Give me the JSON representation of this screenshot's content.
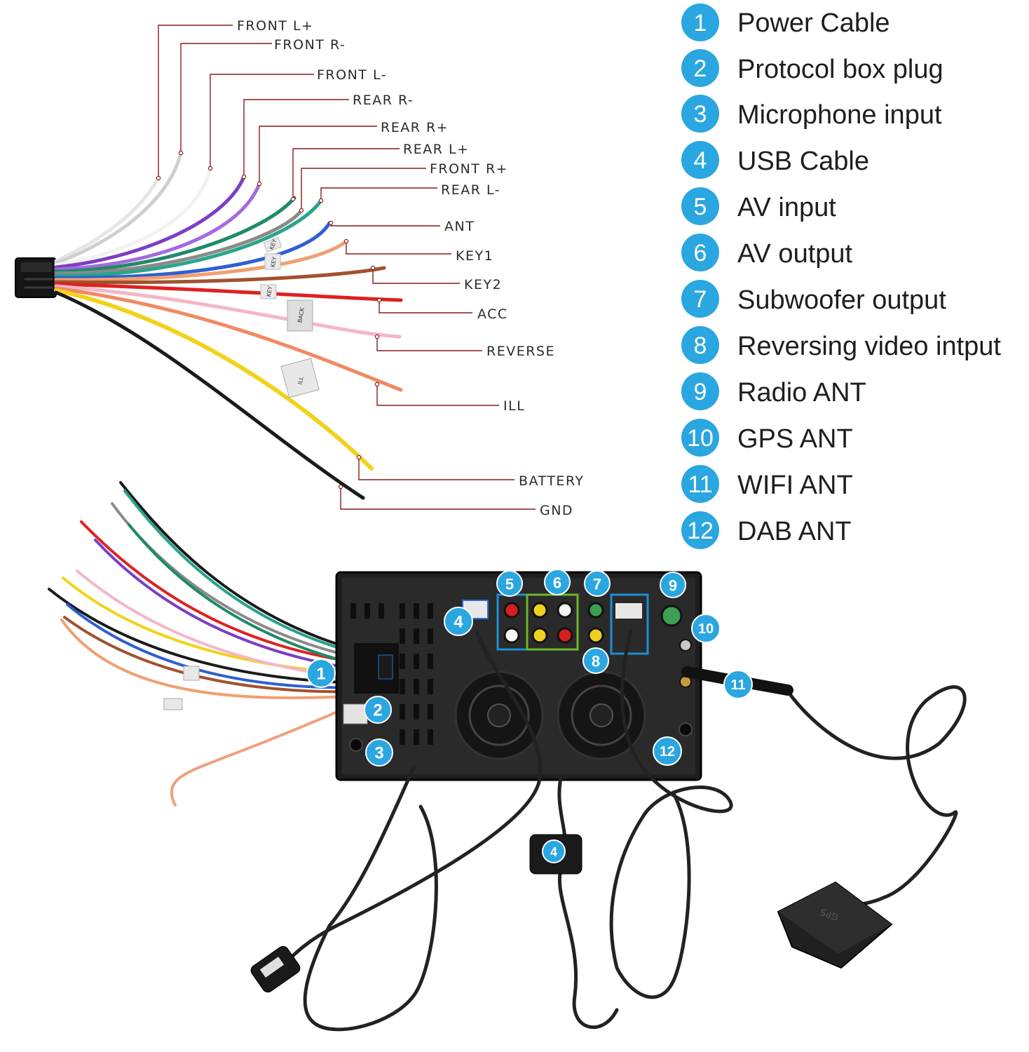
{
  "wire_labels": [
    {
      "key": "front_l_plus",
      "text": "FRONT L+",
      "color": "#e8e8e8"
    },
    {
      "key": "front_r_minus",
      "text": "FRONT R-",
      "color": "#c9c9c9"
    },
    {
      "key": "front_l_minus",
      "text": "FRONT L-",
      "color": "#f2f2f2"
    },
    {
      "key": "rear_r_minus",
      "text": "REAR R-",
      "color": "#7b3fc4"
    },
    {
      "key": "rear_r_plus",
      "text": "REAR R+",
      "color": "#9b5fd8"
    },
    {
      "key": "rear_l_plus",
      "text": "REAR L+",
      "color": "#1f8a6a"
    },
    {
      "key": "front_r_plus",
      "text": "FRONT R+",
      "color": "#8d8d8d"
    },
    {
      "key": "rear_l_minus",
      "text": "REAR L-",
      "color": "#2aa28a"
    },
    {
      "key": "ant",
      "text": "ANT",
      "color": "#2d5fd4"
    },
    {
      "key": "key1",
      "text": "KEY1",
      "color": "#f0a070"
    },
    {
      "key": "key2",
      "text": "KEY2",
      "color": "#a0522d"
    },
    {
      "key": "acc",
      "text": "ACC",
      "color": "#e02020"
    },
    {
      "key": "reverse",
      "text": "REVERSE",
      "color": "#f4b6c8"
    },
    {
      "key": "ill",
      "text": "ILL",
      "color": "#f08a60"
    },
    {
      "key": "battery",
      "text": "BATTERY",
      "color": "#f2d21a"
    },
    {
      "key": "gnd",
      "text": "GND",
      "color": "#1a1a1a"
    }
  ],
  "harness_tags": [
    "KEY",
    "KEY",
    "KEY",
    "BACK",
    "ILL"
  ],
  "legend": [
    {
      "num": "1",
      "label": "Power Cable"
    },
    {
      "num": "2",
      "label": "Protocol box plug"
    },
    {
      "num": "3",
      "label": "Microphone input"
    },
    {
      "num": "4",
      "label": "USB Cable"
    },
    {
      "num": "5",
      "label": "AV input"
    },
    {
      "num": "6",
      "label": "AV output"
    },
    {
      "num": "7",
      "label": "Subwoofer output"
    },
    {
      "num": "8",
      "label": "Reversing video intput"
    },
    {
      "num": "9",
      "label": "Radio ANT"
    },
    {
      "num": "10",
      "label": "GPS ANT"
    },
    {
      "num": "11",
      "label": "WIFI ANT"
    },
    {
      "num": "12",
      "label": "DAB ANT"
    }
  ],
  "unit_badges": [
    "1",
    "2",
    "3",
    "4",
    "5",
    "6",
    "7",
    "8",
    "9",
    "10",
    "11",
    "12",
    "4"
  ],
  "gps_puck_text": "GPS",
  "colors": {
    "badge_blue": "#2aa6e0",
    "leader_line": "#8b1a1a",
    "unit_body": "#1e1e1e",
    "highlight_blue": "#1a8fd8",
    "highlight_green": "#6ab828",
    "rca_red": "#d62020",
    "rca_yellow": "#f0d020",
    "rca_white": "#f4f4f4",
    "rca_green": "#3ca050"
  }
}
